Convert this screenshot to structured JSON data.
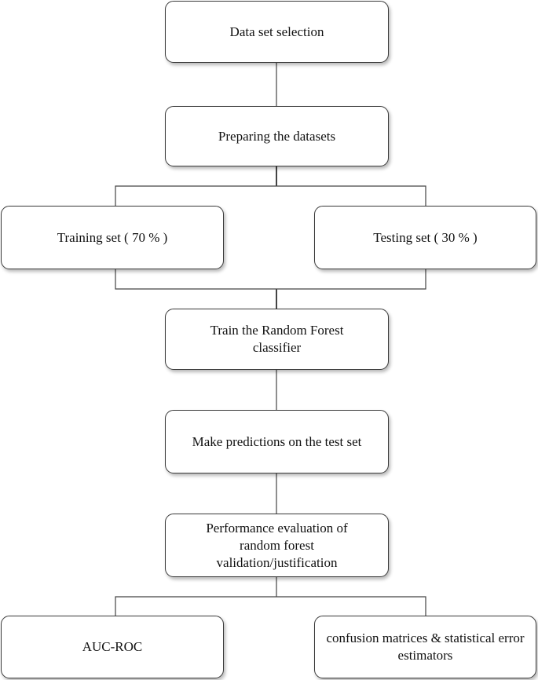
{
  "flowchart": {
    "nodes": {
      "data_set_selection": "Data set selection",
      "preparing_datasets": "Preparing the datasets",
      "training_set": "Training set ( 70 % )",
      "testing_set": "Testing set ( 30 % )",
      "train_classifier": "Train the Random Forest classifier",
      "make_predictions": "Make predictions on the test set",
      "performance_evaluation": "Performance evaluation of random forest validation/justification",
      "auc_roc": "AUC-ROC",
      "confusion_matrices": "confusion matrices & statistical error estimators"
    },
    "edges": [
      [
        "Data set selection",
        "Preparing the datasets"
      ],
      [
        "Preparing the datasets",
        "Training set ( 70 % )"
      ],
      [
        "Preparing the datasets",
        "Testing set ( 30 % )"
      ],
      [
        "Training set ( 70 % )",
        "Train the Random Forest classifier"
      ],
      [
        "Testing set ( 30 % )",
        "Train the Random Forest classifier"
      ],
      [
        "Train the Random Forest classifier",
        "Make predictions on the test set"
      ],
      [
        "Make predictions on the test set",
        "Performance evaluation of random forest validation/justification"
      ],
      [
        "Performance evaluation of random forest validation/justification",
        "AUC-ROC"
      ],
      [
        "Performance evaluation of random forest validation/justification",
        "confusion matrices & statistical error estimators"
      ]
    ]
  }
}
